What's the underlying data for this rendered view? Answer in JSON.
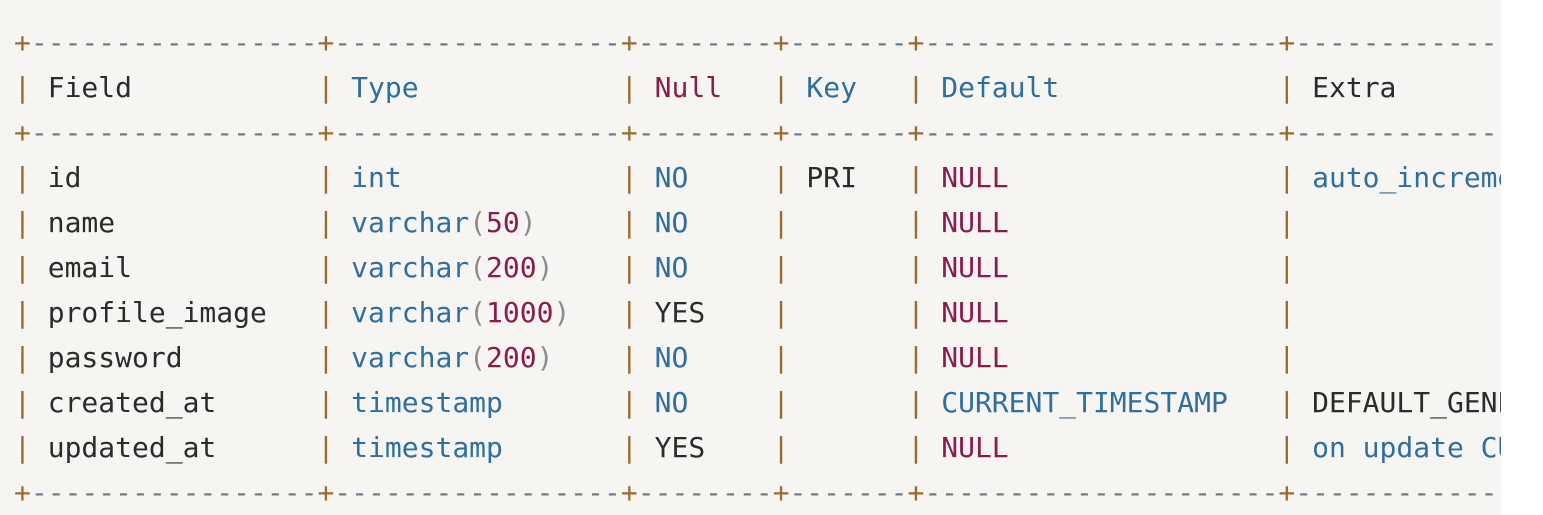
{
  "table": {
    "headers": [
      "Field",
      "Type",
      "Null",
      "Key",
      "Default",
      "Extra"
    ],
    "rows": [
      {
        "field": "id",
        "type_base": "int",
        "type_len": "",
        "null": "NO",
        "key": "PRI",
        "default": "NULL",
        "extra": "auto_increment"
      },
      {
        "field": "name",
        "type_base": "varchar",
        "type_len": "50",
        "null": "NO",
        "key": "",
        "default": "NULL",
        "extra": ""
      },
      {
        "field": "email",
        "type_base": "varchar",
        "type_len": "200",
        "null": "NO",
        "key": "",
        "default": "NULL",
        "extra": ""
      },
      {
        "field": "profile_image",
        "type_base": "varchar",
        "type_len": "1000",
        "null": "YES",
        "key": "",
        "default": "NULL",
        "extra": ""
      },
      {
        "field": "password",
        "type_base": "varchar",
        "type_len": "200",
        "null": "NO",
        "key": "",
        "default": "NULL",
        "extra": ""
      },
      {
        "field": "created_at",
        "type_base": "timestamp",
        "type_len": "",
        "null": "NO",
        "key": "",
        "default": "CURRENT_TIMESTAMP",
        "extra": "DEFAULT_GENERATED"
      },
      {
        "field": "updated_at",
        "type_base": "timestamp",
        "type_len": "",
        "null": "YES",
        "key": "",
        "default": "NULL",
        "extra": "on update CURRENT_TIMESTAMP"
      }
    ]
  },
  "colors": {
    "background": "#f6f5f1",
    "border_plus": "#9a6a2e",
    "border_dash": "#6f7a8c",
    "keyword_blue": "#2f6f9f",
    "literal_maroon": "#8b1a4f",
    "plain_text": "#2b2b2b",
    "paren_gray": "#8c8c8c"
  }
}
